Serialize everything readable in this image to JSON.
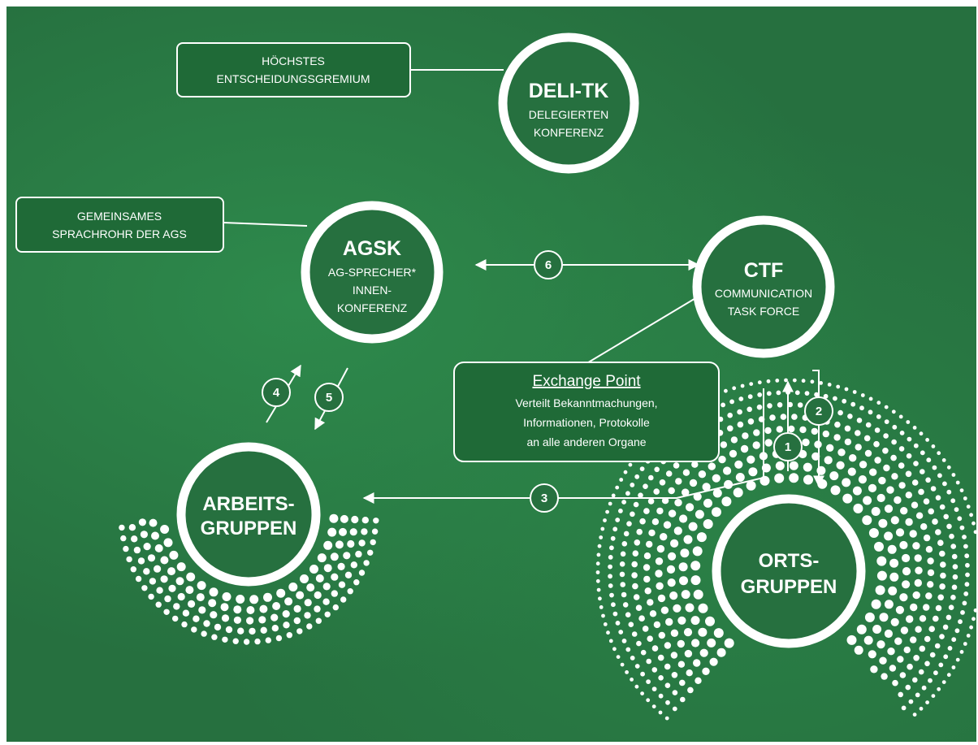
{
  "deli": {
    "title": "DELI-TK",
    "sub1": "DELEGIERTEN",
    "sub2": "KONFERENZ"
  },
  "deli_note": {
    "line1": "HÖCHSTES",
    "line2": "ENTSCHEIDUNGSGREMIUM"
  },
  "agsk": {
    "title": "AGSK",
    "sub1": "AG-SPRECHER*",
    "sub2": "INNEN-",
    "sub3": "KONFERENZ"
  },
  "agsk_note": {
    "line1": "GEMEINSAMES",
    "line2": "SPRACHROHR DER AGS"
  },
  "ctf": {
    "title": "CTF",
    "sub1": "COMMUNICATION",
    "sub2": "TASK FORCE"
  },
  "arbeitsgruppen": {
    "line1": "ARBEITS-",
    "line2": "GRUPPEN"
  },
  "ortsgruppen": {
    "line1": "ORTS-",
    "line2": "GRUPPEN"
  },
  "exchange": {
    "title": "Exchange Point",
    "line1": "Verteilt Bekanntmachungen,",
    "line2": "Informationen, Protokolle",
    "line3": "an alle anderen Organe"
  },
  "steps": {
    "s1": "1",
    "s2": "2",
    "s3": "3",
    "s4": "4",
    "s5": "5",
    "s6": "6"
  },
  "colors": {
    "background": "#26703f",
    "box_fill": "#1f6a37",
    "stroke": "#ffffff"
  }
}
